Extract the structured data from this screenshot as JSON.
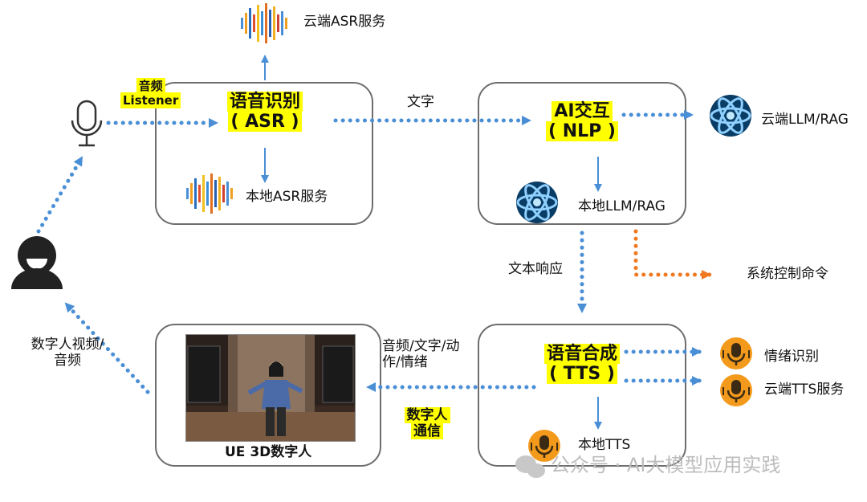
{
  "colors": {
    "flow_blue": "#4a8fd6",
    "command_orange": "#f07820",
    "highlight_yellow": "#ffff00",
    "box_border": "#6d6d6d",
    "tts_icon_orange": "#f39a1c"
  },
  "nodes": {
    "asr": {
      "line1": "语音识别",
      "line2": "( ASR )",
      "local_service": "本地ASR服务",
      "cloud_service": "云端ASR服务"
    },
    "nlp": {
      "line1": "AI交互",
      "line2": "( NLP )",
      "local_service": "本地LLM/RAG",
      "cloud_service": "云端LLM/RAG"
    },
    "tts": {
      "line1": "语音合成",
      "line2": "( TTS )",
      "local_service": "本地TTS",
      "emotion_service": "情绪识别",
      "cloud_service": "云端TTS服务"
    },
    "ue": {
      "label": "UE 3D数字人"
    }
  },
  "edges": {
    "audio_listener": {
      "line1": "音频",
      "line2": "Listener"
    },
    "text": "文字",
    "text_response": "文本响应",
    "system_command": "系统控制命令",
    "tts_to_ue": {
      "line1": "音频/文字/动",
      "line2": "作/情绪"
    },
    "digital_comm": {
      "line1": "数字人",
      "line2": "通信"
    },
    "ue_to_user": {
      "line1": "数字人视频/",
      "line2": "音频"
    }
  },
  "watermark": "公众号 · AI大模型应用实践",
  "icons": [
    "microphone-icon",
    "user-icon",
    "soundwave-icon",
    "atom-icon",
    "podcast-mic-icon",
    "wechat-icon"
  ]
}
